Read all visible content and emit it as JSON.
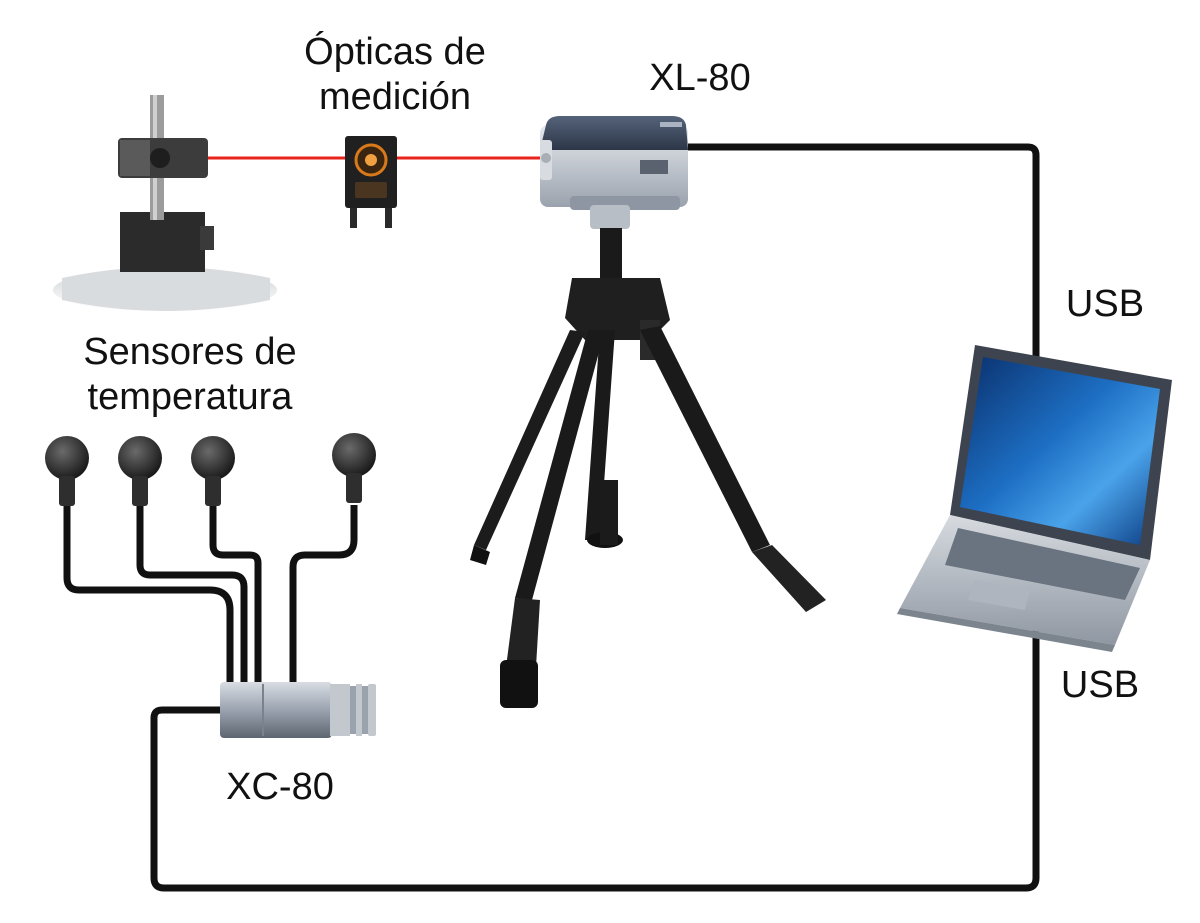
{
  "labels": {
    "opticas": [
      "Ópticas de",
      "medición"
    ],
    "xl80": "XL-80",
    "sensores": [
      "Sensores de",
      "temperatura"
    ],
    "usb_top": "USB",
    "usb_bottom": "USB",
    "xc80": "XC-80"
  },
  "colors": {
    "laser_beam": "#e8231c",
    "cable": "#111111",
    "laptop_screen": "#1d6fc4",
    "xl80_body": "#c7ccd4",
    "xl80_top": "#3d4a5e",
    "tripod": "#1a1a1a",
    "sensor": "#2a2a2a",
    "xc80_body": "#a8b0bc"
  },
  "icons": {
    "stand": "optical-stand-icon",
    "optics": "measurement-optics-icon",
    "laser": "xl80-laser-icon",
    "tripod": "tripod-icon",
    "laptop": "laptop-icon",
    "sensor": "temperature-sensor-icon",
    "compensator": "xc80-compensator-icon"
  }
}
